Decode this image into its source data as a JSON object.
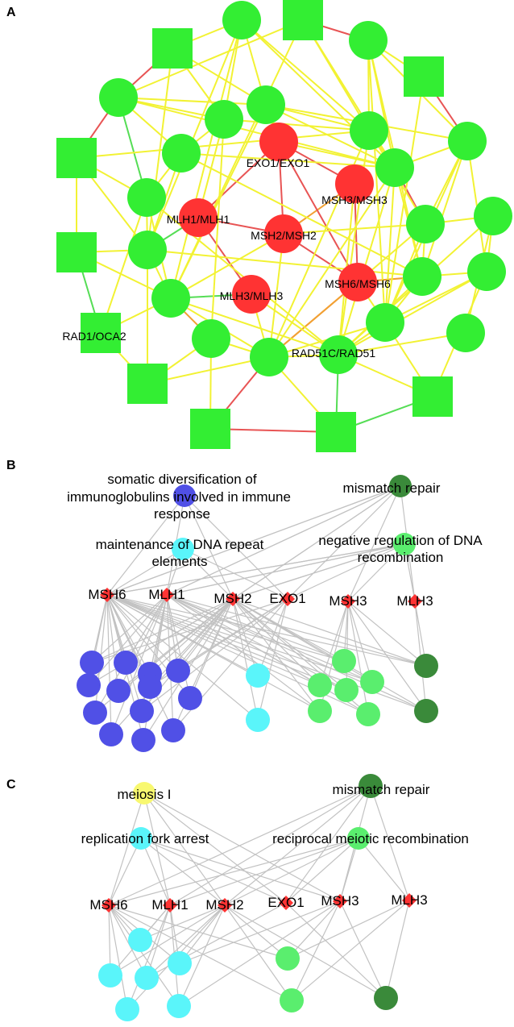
{
  "panels": {
    "a": {
      "label": "A",
      "nodes": {
        "exo1": "EXO1/EXO1",
        "msh3": "MSH3/MSH3",
        "mlh1": "MLH1/MLH1",
        "msh2": "MSH2/MSH2",
        "msh6": "MSH6/MSH6",
        "mlh3": "MLH3/MLH3",
        "rad1": "RAD1/OCA2",
        "rad51c": "RAD51C/RAD51"
      }
    },
    "b": {
      "label": "B",
      "terms": {
        "somatic_line1": "somatic diversification of",
        "somatic_line2": "immunoglobulins involved in immune",
        "somatic_line3": "response",
        "maintenance_line1": "maintenance of DNA repeat",
        "maintenance_line2": "elements",
        "mismatch": "mismatch repair",
        "negreg_line1": "negative regulation of DNA",
        "negreg_line2": "recombination"
      },
      "genes": {
        "msh6": "MSH6",
        "mlh1": "MLH1",
        "msh2": "MSH2",
        "exo1": "EXO1",
        "msh3": "MSH3",
        "mlh3": "MLH3"
      }
    },
    "c": {
      "label": "C",
      "terms": {
        "meiosis": "meiosis I",
        "mismatch": "mismatch repair",
        "fork": "replication fork arrest",
        "reciprocal": "reciprocal meiotic recombination"
      },
      "genes": {
        "msh6": "MSH6",
        "mlh1": "MLH1",
        "msh2": "MSH2",
        "exo1": "EXO1",
        "msh3": "MSH3",
        "mlh3": "MLH3"
      }
    }
  },
  "colors": {
    "gene_red": "#ff3333",
    "node_green": "#33ee33",
    "edge_yellow": "#f2f233",
    "edge_red": "#e85454",
    "edge_orange": "#f2a033",
    "edge_green": "#55dd55",
    "edge_gray": "#c2c2c2",
    "blue": "#5050e6",
    "cyan": "#5af5fa",
    "light_green": "#5aee6e",
    "dark_green": "#3a8a3a",
    "yellow": "#f8f870"
  }
}
